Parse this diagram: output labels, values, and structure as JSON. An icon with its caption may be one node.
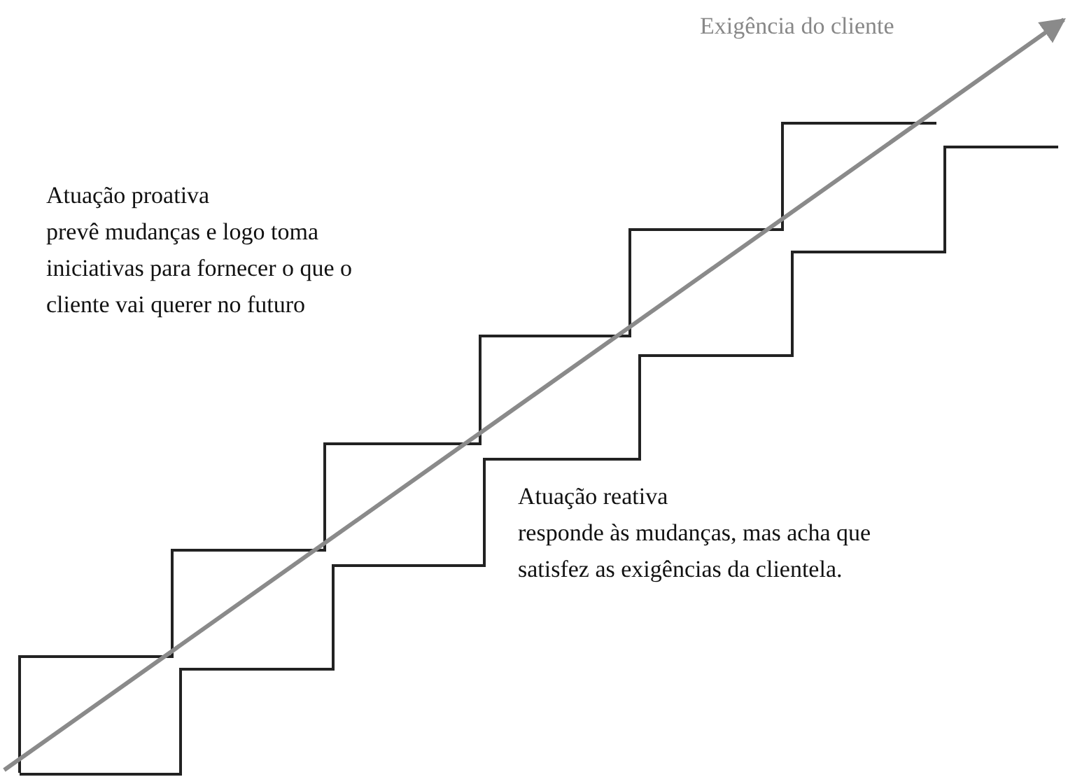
{
  "diagram": {
    "labels": [
      "Exigência do cliente",
      "Atuação proativa",
      "prevê mudanças e logo toma iniciativas para fornecer o que o cliente vai querer no futuro",
      "Atuação reativa",
      "responde às mudanças, mas acha que satisfez as exigências da clientela."
    ]
  }
}
